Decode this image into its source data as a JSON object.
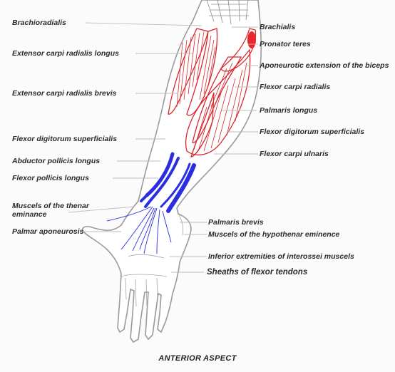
{
  "labels_left": [
    "Brachioradialis",
    "Extensor carpi radialis longus",
    "Extensor carpi radialis brevis",
    "Flexor digitorum superficialis",
    "Abductor pollicis longus",
    "Flexor pollicis longus",
    "Muscels of the thenar eminance",
    "Palmar aponeurosis"
  ],
  "labels_right": [
    "Brachialis",
    "Pronator teres",
    "Aponeurotic extension of the biceps",
    "Flexor carpi radialis",
    "Palmaris longus",
    "Flexor digitorum superficialis",
    "Flexor carpi ulnaris",
    "Palmaris brevis",
    "Muscels of the hypothenar eminence",
    "Inferior extremities of interossei muscels",
    "Sheaths of flexor tendons"
  ],
  "caption": "ANTERIOR ASPECT",
  "colors": {
    "muscle_outline": "#d9252a",
    "tendon": "#2a2ee0",
    "leader_line": "#b9b9b9"
  }
}
